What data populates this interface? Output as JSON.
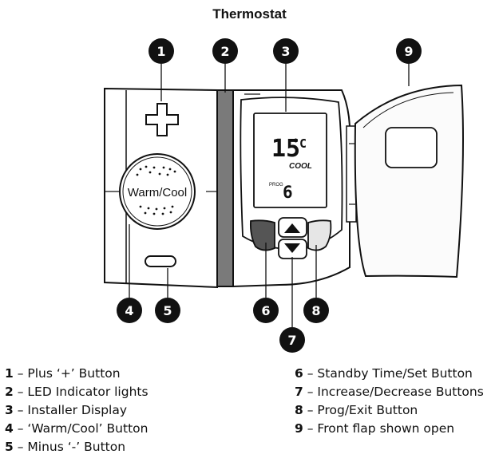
{
  "title": "Thermostat",
  "device": {
    "warm_cool_label": "Warm/Cool",
    "lcd_temperature": "15",
    "lcd_unit": "°C",
    "lcd_mode": "COOL",
    "lcd_prog_label": "PROG",
    "lcd_prog_value": "6"
  },
  "callouts": [
    {
      "number": "1",
      "description": "Plus ‘+’ Button"
    },
    {
      "number": "2",
      "description": "LED Indicator lights"
    },
    {
      "number": "3",
      "description": "Installer Display"
    },
    {
      "number": "4",
      "description": "‘Warm/Cool’ Button"
    },
    {
      "number": "5",
      "description": "Minus ‘-’ Button"
    },
    {
      "number": "6",
      "description": "Standby Time/Set Button"
    },
    {
      "number": "7",
      "description": "Increase/Decrease Buttons"
    },
    {
      "number": "8",
      "description": "Prog/Exit Button"
    },
    {
      "number": "9",
      "description": "Front flap shown open"
    }
  ],
  "legend_separator": " – ",
  "colors": {
    "badge": "#111111",
    "outline": "#111111",
    "led_strip": "#7a7a7a",
    "button_dark": "#555555",
    "button_light": "#e6e6e6",
    "flap": "#fbfbfb"
  }
}
